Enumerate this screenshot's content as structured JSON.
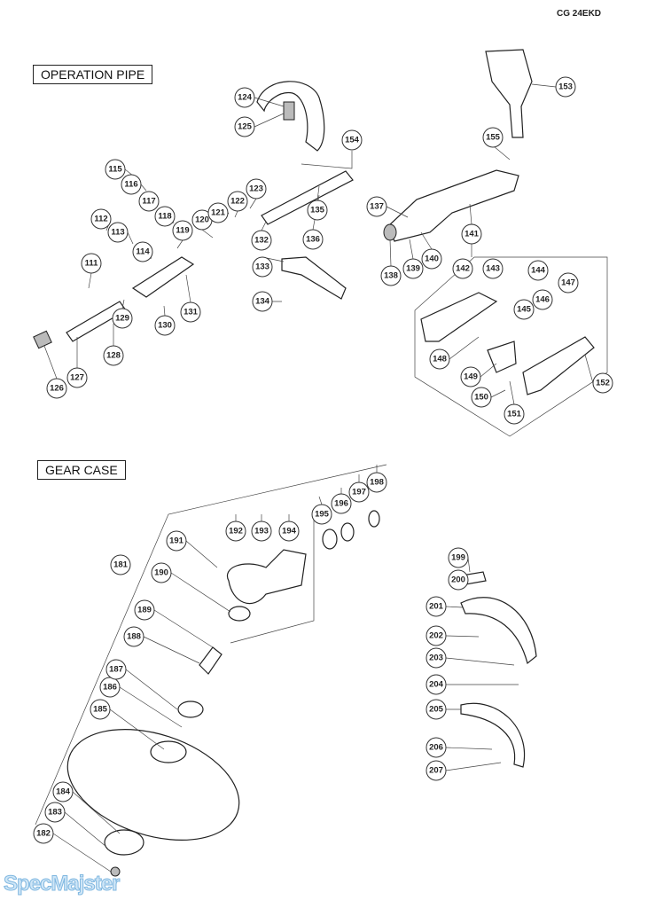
{
  "model": "CG 24EKD",
  "sections": {
    "operation_pipe": "OPERATION PIPE",
    "gear_case": "GEAR CASE"
  },
  "watermark": "SpecMajster",
  "callouts": {
    "c111": "111",
    "c112": "112",
    "c113": "113",
    "c114": "114",
    "c115": "115",
    "c116": "116",
    "c117": "117",
    "c118": "118",
    "c119": "119",
    "c120": "120",
    "c121": "121",
    "c122": "122",
    "c123": "123",
    "c124": "124",
    "c125": "125",
    "c126": "126",
    "c127": "127",
    "c128": "128",
    "c129": "129",
    "c130": "130",
    "c131": "131",
    "c132": "132",
    "c133": "133",
    "c134": "134",
    "c135": "135",
    "c136": "136",
    "c137": "137",
    "c138": "138",
    "c139": "139",
    "c140": "140",
    "c141": "141",
    "c142": "142",
    "c143": "143",
    "c144": "144",
    "c145": "145",
    "c146": "146",
    "c147": "147",
    "c148": "148",
    "c149": "149",
    "c150": "150",
    "c151": "151",
    "c152": "152",
    "c153": "153",
    "c154": "154",
    "c155": "155",
    "c181": "181",
    "c182": "182",
    "c183": "183",
    "c184": "184",
    "c185": "185",
    "c186": "186",
    "c187": "187",
    "c188": "188",
    "c189": "189",
    "c190": "190",
    "c191": "191",
    "c192": "192",
    "c193": "193",
    "c194": "194",
    "c195": "195",
    "c196": "196",
    "c197": "197",
    "c198": "198",
    "c199": "199",
    "c200": "200",
    "c201": "201",
    "c202": "202",
    "c203": "203",
    "c204": "204",
    "c205": "205",
    "c206": "206",
    "c207": "207"
  }
}
